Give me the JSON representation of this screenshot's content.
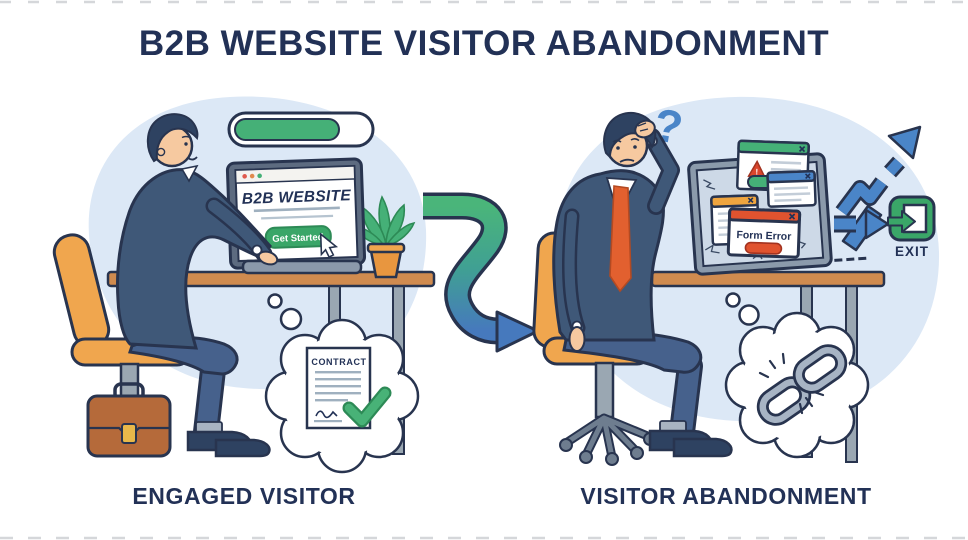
{
  "title": "B2B WEBSITE VISITOR ABANDONMENT",
  "left_scene": {
    "caption": "ENGAGED VISITOR",
    "browser": {
      "site_title": "B2B WEBSITE",
      "cta_label": "Get Started"
    },
    "thought_bubble": {
      "document_title": "CONTRACT"
    }
  },
  "right_scene": {
    "caption": "VISITOR ABANDONMENT",
    "question_mark": "?",
    "error_popup": {
      "title": "Form Error"
    },
    "exit_icon": {
      "label": "EXIT"
    }
  },
  "colors": {
    "navy": "#223156",
    "outline": "#28344f",
    "green": "#45b077",
    "cta_green": "#3aa668",
    "blue": "#4a85c8",
    "arrow_blue": "#4679bd",
    "chair_orange": "#f0a64e",
    "desk_brown": "#d08b4f",
    "suit_blue": "#3f5878",
    "pants_blue": "#46618c",
    "tie_orange": "#e2602f",
    "error_red": "#e0532f",
    "warn_orange": "#efa53f",
    "alert_red": "#d9452c",
    "bg_blob": "#dce8f6",
    "metal_gray": "#9aa7b2",
    "briefcase_brown": "#b56a3a",
    "skin": "#f6c9a0",
    "hair_navy": "#2e4261"
  }
}
